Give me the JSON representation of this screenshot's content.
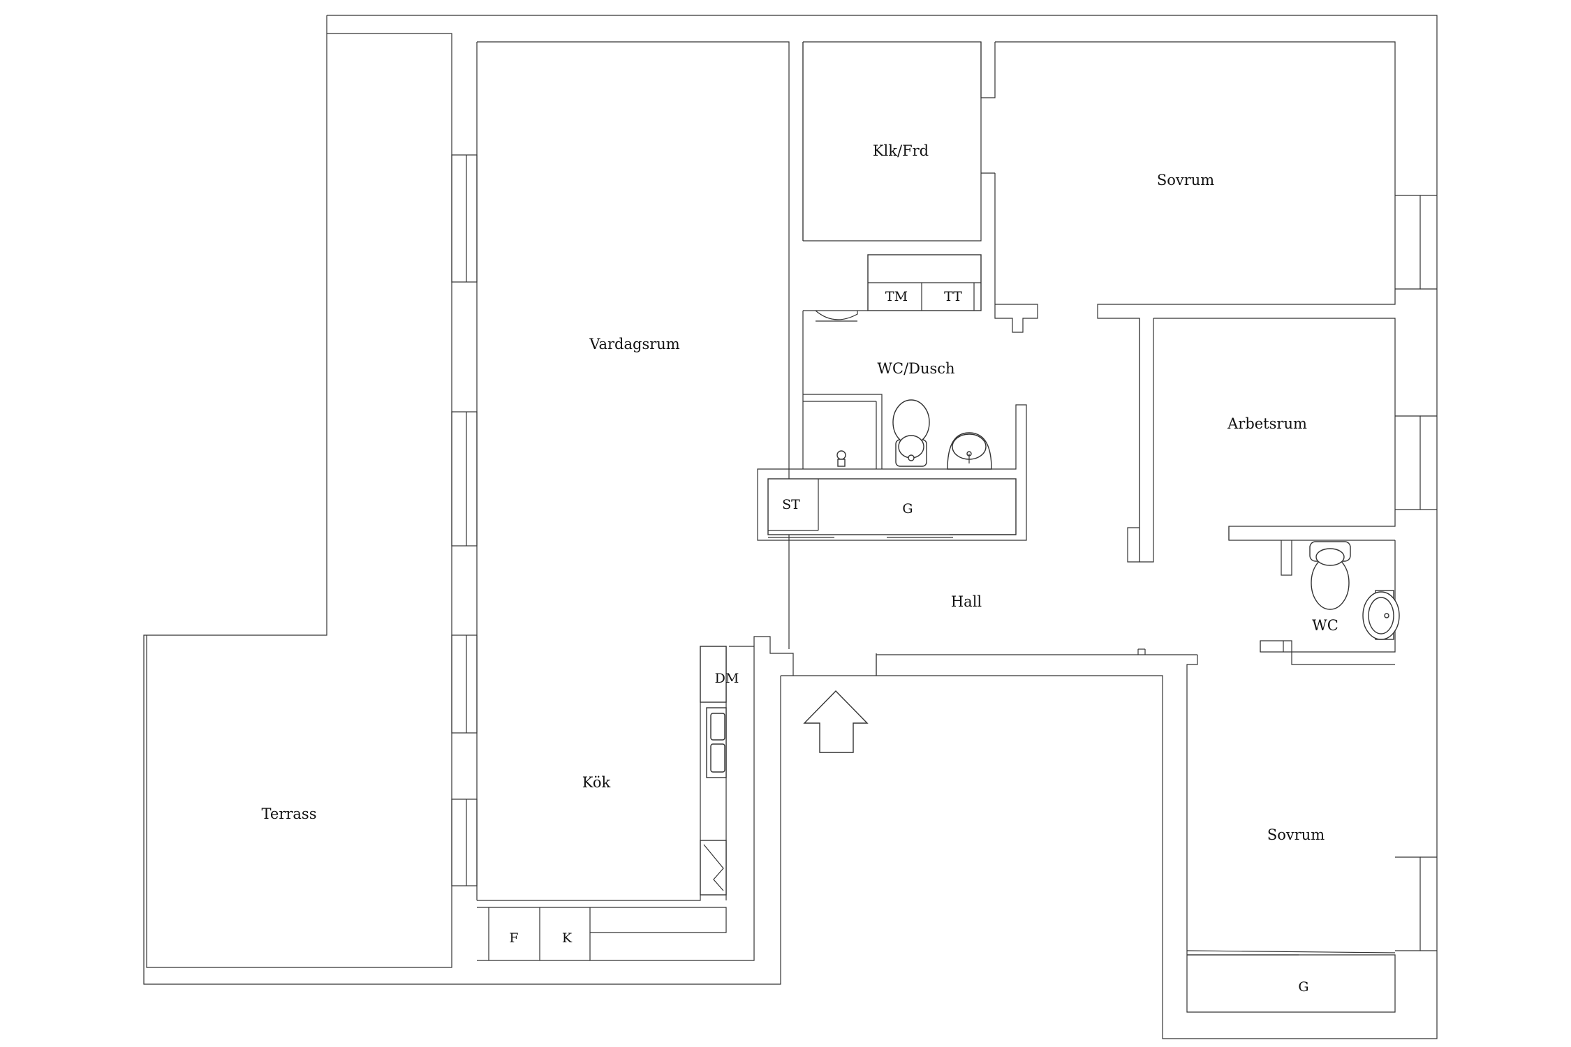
{
  "rooms": {
    "terrass": "Terrass",
    "vardagsrum": "Vardagsrum",
    "kok": "Kök",
    "klk_frd": "Klk/Frd",
    "sovrum_top": "Sovrum",
    "wc_dusch": "WC/Dusch",
    "arbetsrum": "Arbetsrum",
    "hall": "Hall",
    "wc": "WC",
    "sovrum_bottom": "Sovrum"
  },
  "fixtures": {
    "tm": "TM",
    "tt": "TT",
    "st": "ST",
    "g_hall": "G",
    "dm": "DM",
    "f": "F",
    "k": "K",
    "g_bedroom": "G"
  },
  "icons": [
    "entrance-arrow-icon",
    "toilet-icon",
    "sink-icon",
    "shower-head-icon",
    "kitchen-sink-icon",
    "stove-icon"
  ],
  "colors": {
    "line": "#222222",
    "background": "#ffffff"
  }
}
